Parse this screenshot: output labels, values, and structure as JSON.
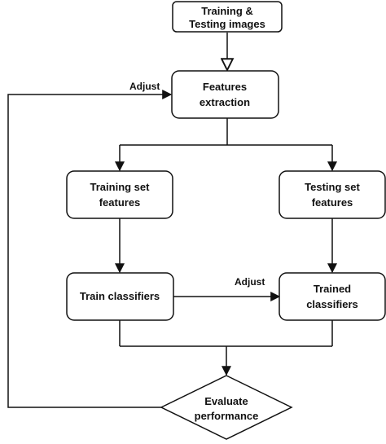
{
  "nodes": {
    "input_images": {
      "line1": "Training &",
      "line2": "Testing images"
    },
    "features_extraction": {
      "line1": "Features",
      "line2": "extraction"
    },
    "training_set_features": {
      "line1": "Training set",
      "line2": "features"
    },
    "testing_set_features": {
      "line1": "Testing set",
      "line2": "features"
    },
    "train_classifiers": {
      "line1": "Train classifiers"
    },
    "trained_classifiers": {
      "line1": "Trained",
      "line2": "classifiers"
    },
    "evaluate_performance": {
      "line1": "Evaluate",
      "line2": "performance"
    }
  },
  "edge_labels": {
    "feedback_adjust": "Adjust",
    "train_adjust": "Adjust"
  },
  "colors": {
    "stroke": "#111111",
    "fill": "#ffffff",
    "text": "#111111"
  }
}
